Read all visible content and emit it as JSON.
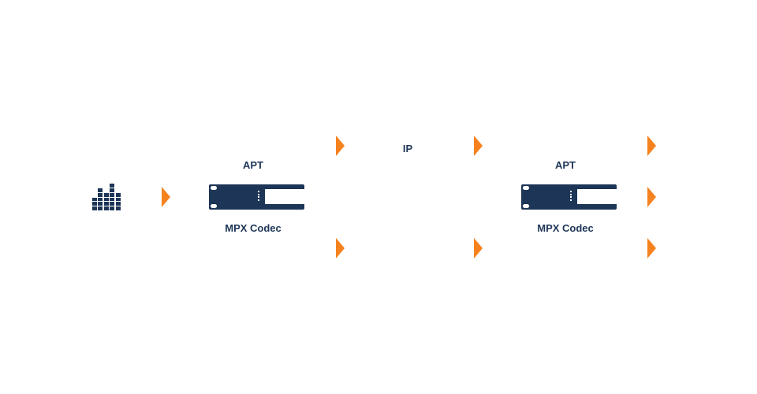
{
  "diagram": {
    "source_icon": "audio-equalizer-icon",
    "equalizer_levels": [
      3,
      5,
      4,
      6,
      4
    ],
    "devices": [
      {
        "top_label": "APT",
        "bottom_label": "MPX Codec",
        "role": "encoder"
      },
      {
        "top_label": "APT",
        "bottom_label": "MPX Codec",
        "role": "decoder"
      }
    ],
    "link_label": "IP",
    "colors": {
      "primary": "#1d3557",
      "accent": "#f5821f",
      "background": "#ffffff"
    }
  }
}
